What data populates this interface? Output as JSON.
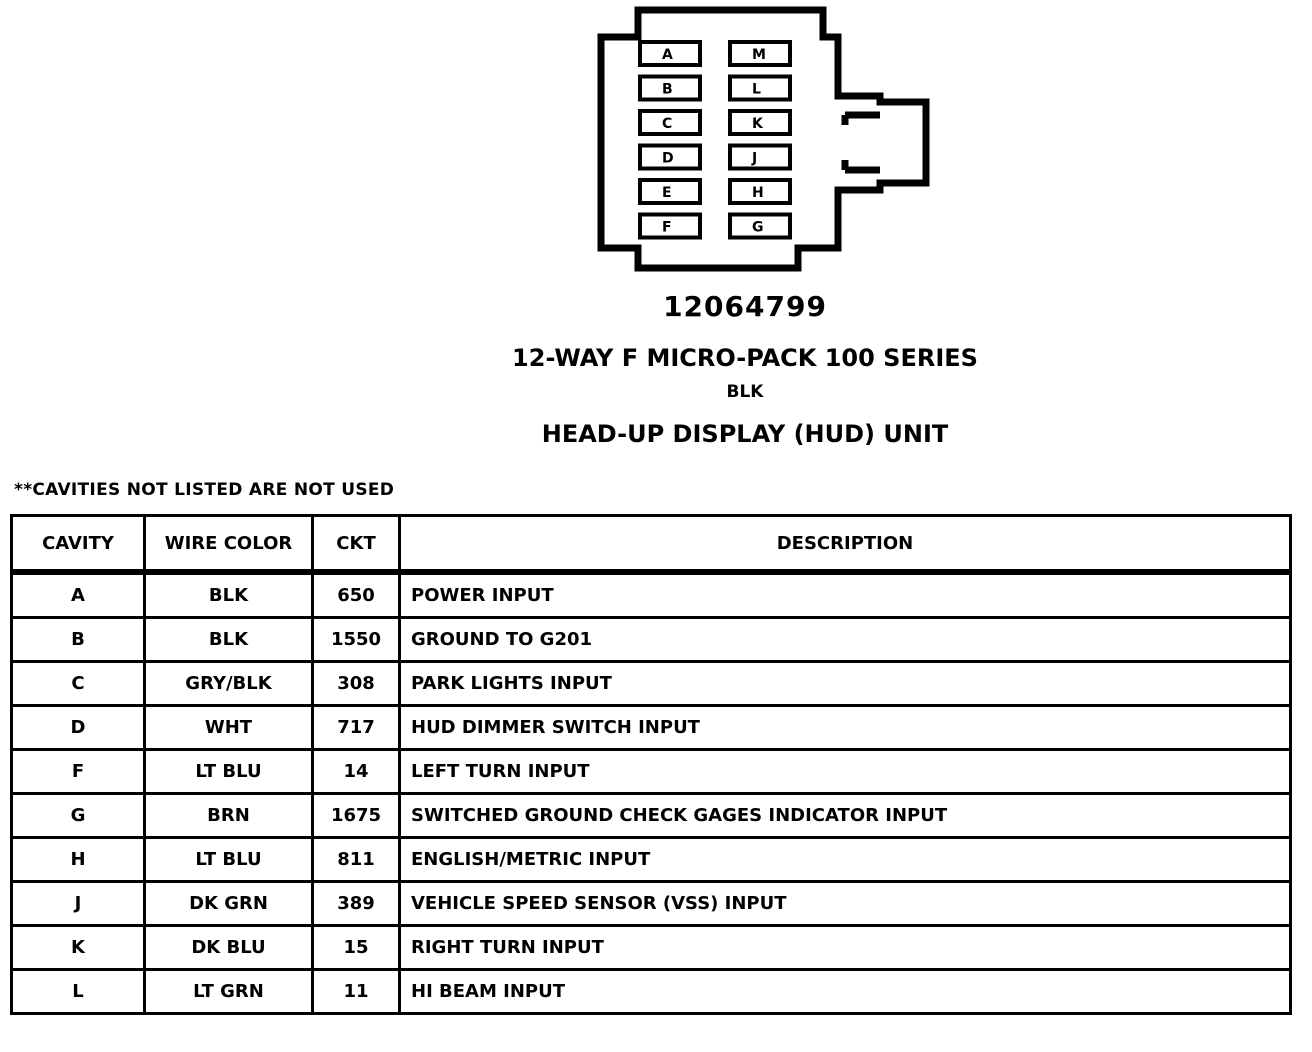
{
  "connector": {
    "part_number": "12064799",
    "series": "12-WAY F MICRO-PACK 100 SERIES",
    "color_code": "BLK",
    "unit_name": "HEAD-UP DISPLAY (HUD) UNIT",
    "left_column_cavities": [
      "A",
      "B",
      "C",
      "D",
      "E",
      "F"
    ],
    "right_column_cavities": [
      "M",
      "L",
      "K",
      "J",
      "H",
      "G"
    ]
  },
  "note": "**CAVITIES NOT LISTED ARE NOT USED",
  "table": {
    "headers": {
      "cavity": "CAVITY",
      "wire_color": "WIRE COLOR",
      "ckt": "CKT",
      "description": "DESCRIPTION"
    },
    "rows": [
      {
        "cavity": "A",
        "wire_color": "BLK",
        "ckt": "650",
        "description": "POWER INPUT"
      },
      {
        "cavity": "B",
        "wire_color": "BLK",
        "ckt": "1550",
        "description": "GROUND TO G201"
      },
      {
        "cavity": "C",
        "wire_color": "GRY/BLK",
        "ckt": "308",
        "description": "PARK LIGHTS INPUT"
      },
      {
        "cavity": "D",
        "wire_color": "WHT",
        "ckt": "717",
        "description": "HUD DIMMER SWITCH INPUT"
      },
      {
        "cavity": "F",
        "wire_color": "LT BLU",
        "ckt": "14",
        "description": "LEFT TURN INPUT"
      },
      {
        "cavity": "G",
        "wire_color": "BRN",
        "ckt": "1675",
        "description": "SWITCHED GROUND CHECK GAGES INDICATOR INPUT"
      },
      {
        "cavity": "H",
        "wire_color": "LT BLU",
        "ckt": "811",
        "description": "ENGLISH/METRIC INPUT"
      },
      {
        "cavity": "J",
        "wire_color": "DK GRN",
        "ckt": "389",
        "description": "VEHICLE SPEED SENSOR (VSS) INPUT"
      },
      {
        "cavity": "K",
        "wire_color": "DK BLU",
        "ckt": "15",
        "description": "RIGHT TURN INPUT"
      },
      {
        "cavity": "L",
        "wire_color": "LT GRN",
        "ckt": "11",
        "description": "HI BEAM INPUT"
      }
    ]
  }
}
